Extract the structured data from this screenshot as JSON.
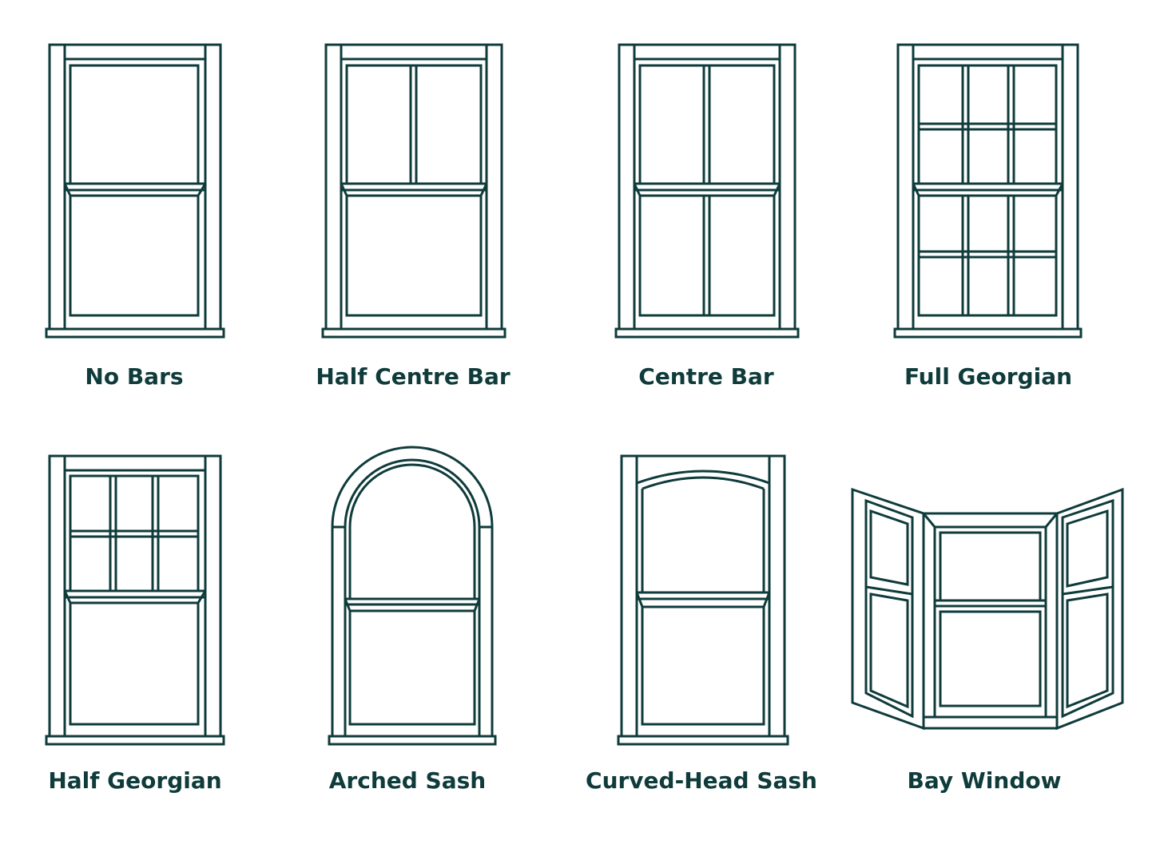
{
  "styles": [
    {
      "id": "no-bars",
      "label": "No Bars"
    },
    {
      "id": "half-centre-bar",
      "label": "Half Centre Bar"
    },
    {
      "id": "centre-bar",
      "label": "Centre Bar"
    },
    {
      "id": "full-georgian",
      "label": "Full Georgian"
    },
    {
      "id": "half-georgian",
      "label": "Half Georgian"
    },
    {
      "id": "arched-sash",
      "label": "Arched Sash"
    },
    {
      "id": "curved-head-sash",
      "label": "Curved-Head Sash"
    },
    {
      "id": "bay-window",
      "label": "Bay Window"
    }
  ],
  "colors": {
    "line": "#0f3b3b",
    "background": "#ffffff"
  }
}
